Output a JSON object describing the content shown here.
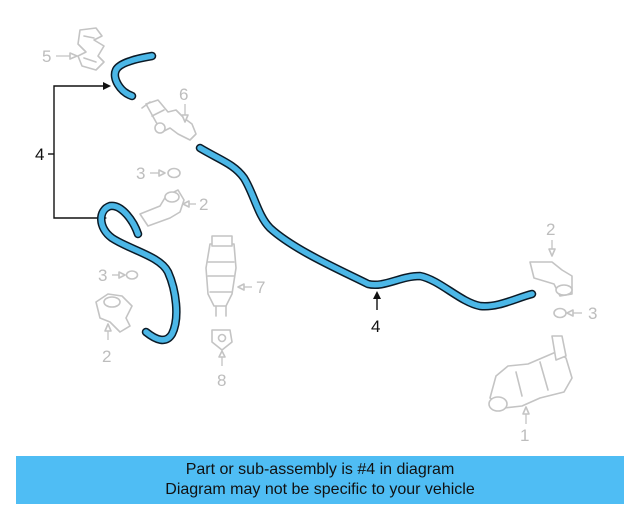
{
  "callouts": {
    "c1": "1",
    "c2a": "2",
    "c2b": "2",
    "c2c": "2",
    "c3a": "3",
    "c3b": "3",
    "c3c": "3",
    "c4_bracket": "4",
    "c4_main": "4",
    "c5": "5",
    "c6": "6",
    "c7": "7",
    "c8": "8"
  },
  "banner": {
    "line1": "Part or sub-assembly is #4 in diagram",
    "line2": "Diagram may not be specific to your vehicle"
  },
  "colors": {
    "highlight": "#4bb7e7",
    "banner": "#4fbdf4",
    "ghost_parts": "#c4c4c4"
  }
}
